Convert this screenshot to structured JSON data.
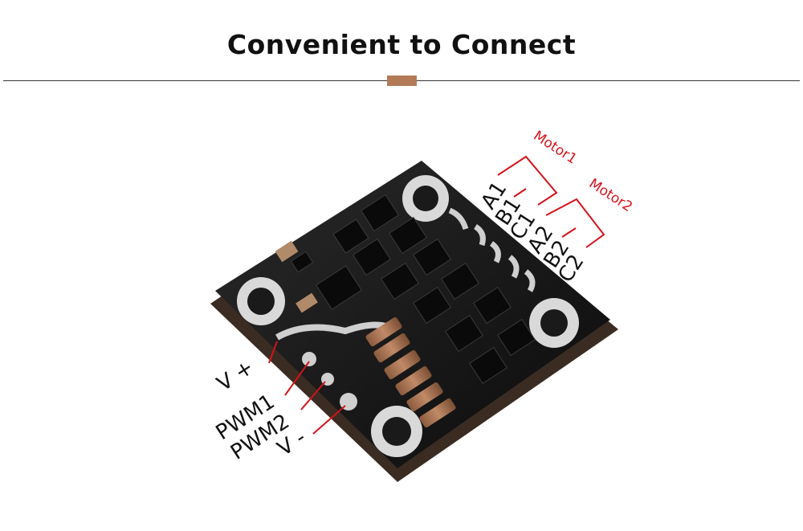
{
  "header": {
    "title": "Convenient to Connect",
    "accent_color": "#b27a57"
  },
  "board": {
    "pins_right": [
      "A1",
      "B1",
      "C1",
      "A2",
      "B2",
      "C2"
    ],
    "motor_groups": [
      "Motor1",
      "Motor2"
    ],
    "pins_left": [
      "V +",
      "PWM1",
      "PWM2",
      "V -"
    ]
  },
  "colors": {
    "callout": "#d4121a",
    "board": "#121212",
    "pad": "#c9c9c9"
  }
}
